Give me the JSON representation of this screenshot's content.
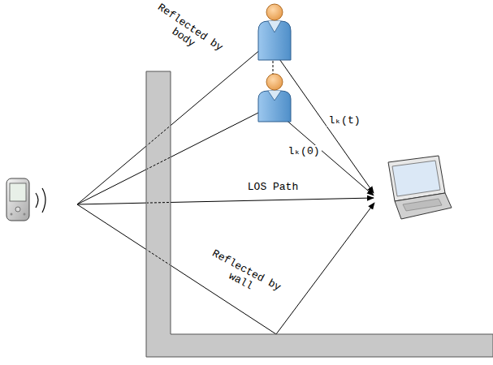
{
  "diagram": {
    "labels": [
      "Reflected by body",
      "lₖ(t)",
      "lₖ(0)",
      "LOS Path",
      "Reflected by wall"
    ]
  }
}
